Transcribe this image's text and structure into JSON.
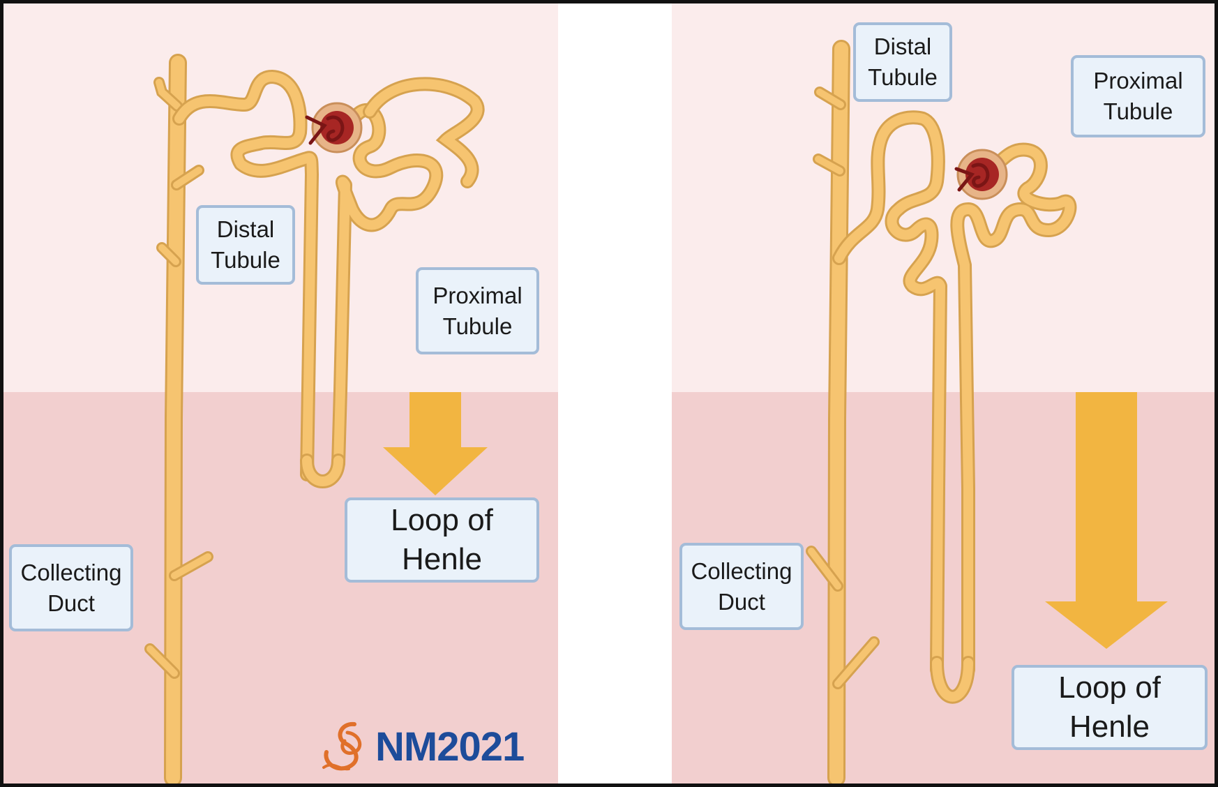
{
  "colors": {
    "cortex_bg": "#fbecec",
    "medulla_bg": "#f2cfcf",
    "tubule_fill": "#f6c470",
    "tubule_outline": "#d6a24f",
    "arrow": "#f2b541",
    "label_fill": "#eaf2fa",
    "label_border": "#a4bcd8",
    "glomerulus": "#a72624",
    "logo_orange": "#e0702a",
    "logo_blue": "#1d4c9a"
  },
  "left_panel": {
    "distal_label": "Distal\nTubule",
    "proximal_label": "Proximal\nTubule",
    "loop_label": "Loop of\nHenle",
    "collecting_label": "Collecting\nDuct",
    "arrow_icon": "down-arrow-icon"
  },
  "right_panel": {
    "distal_label": "Distal\nTubule",
    "proximal_label": "Proximal\nTubule",
    "loop_label": "Loop of\nHenle",
    "collecting_label": "Collecting\nDuct",
    "arrow_icon": "down-arrow-icon"
  },
  "logo": {
    "text": "NM2021",
    "icon": "swirl-logo-icon"
  }
}
